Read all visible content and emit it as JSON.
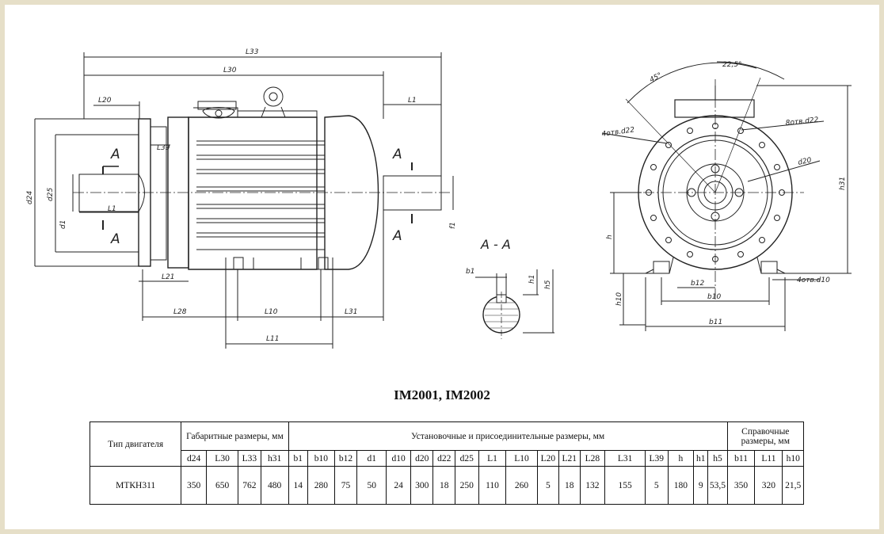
{
  "drawing": {
    "side_labels": [
      "L33",
      "L30",
      "L20",
      "L1",
      "L39",
      "A",
      "A",
      "A",
      "A",
      "L1",
      "d24",
      "d25",
      "d1",
      "f1",
      "L21",
      "L28",
      "L10",
      "L31",
      "L11"
    ],
    "section_title": "A - A",
    "section_labels": [
      "b1",
      "h1",
      "h5"
    ],
    "end_labels": [
      "45°",
      "22,5°",
      "h31",
      "4отв.d22",
      "8отв.d22",
      "d20",
      "h",
      "h10",
      "b12",
      "b10",
      "b11",
      "4отв.d10"
    ]
  },
  "title": "IM2001, IM2002",
  "table": {
    "header_type": "Тип двигателя",
    "header_overall": "Габаритные размеры, мм",
    "header_install": "Установочные и присоединительные размеры, мм",
    "header_reference": "Справочные размеры, мм",
    "columns": [
      "d24",
      "L30",
      "L33",
      "h31",
      "b1",
      "b10",
      "b12",
      "d1",
      "d10",
      "d20",
      "d22",
      "d25",
      "L1",
      "L10",
      "L20",
      "L21",
      "L28",
      "L31",
      "L39",
      "h",
      "h1",
      "h5",
      "b11",
      "L11",
      "h10"
    ],
    "rows": [
      {
        "name": "МТКН311",
        "values": [
          "350",
          "650",
          "762",
          "480",
          "14",
          "280",
          "75",
          "50",
          "24",
          "300",
          "18",
          "250",
          "110",
          "260",
          "5",
          "18",
          "132",
          "155",
          "5",
          "180",
          "9",
          "53,5",
          "350",
          "320",
          "21,5"
        ]
      }
    ]
  }
}
